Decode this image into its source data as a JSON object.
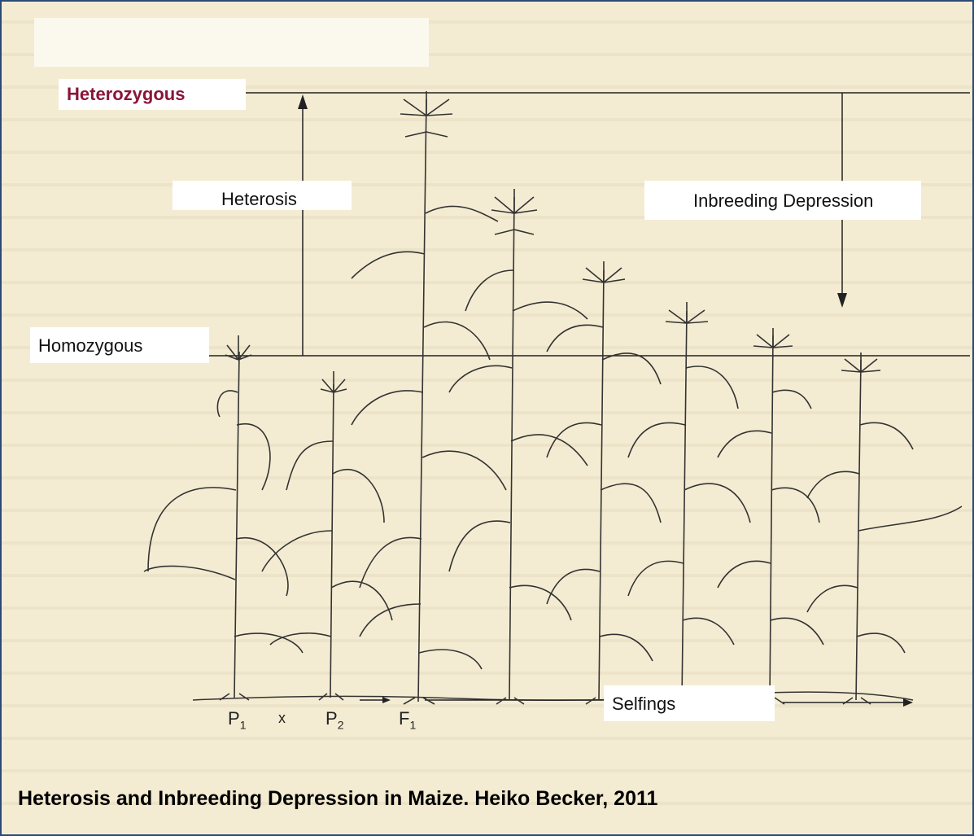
{
  "labels": {
    "heterozygous": "Heterozygous",
    "heterosis": "Heterosis",
    "homozygous": "Homozygous",
    "inbreeding_depression": "Inbreeding Depression",
    "selfings": "Selfings"
  },
  "generations": {
    "p1": "P",
    "p1_sub": "1",
    "cross": "x",
    "p2": "P",
    "p2_sub": "2",
    "f1": "F",
    "f1_sub": "1"
  },
  "caption": "Heterosis and Inbreeding Depression in Maize.  Heiko Becker, 2011",
  "colors": {
    "heterozygous": "#8a1538",
    "frame": "#2c4a78",
    "paper": "#f4ecd2"
  }
}
